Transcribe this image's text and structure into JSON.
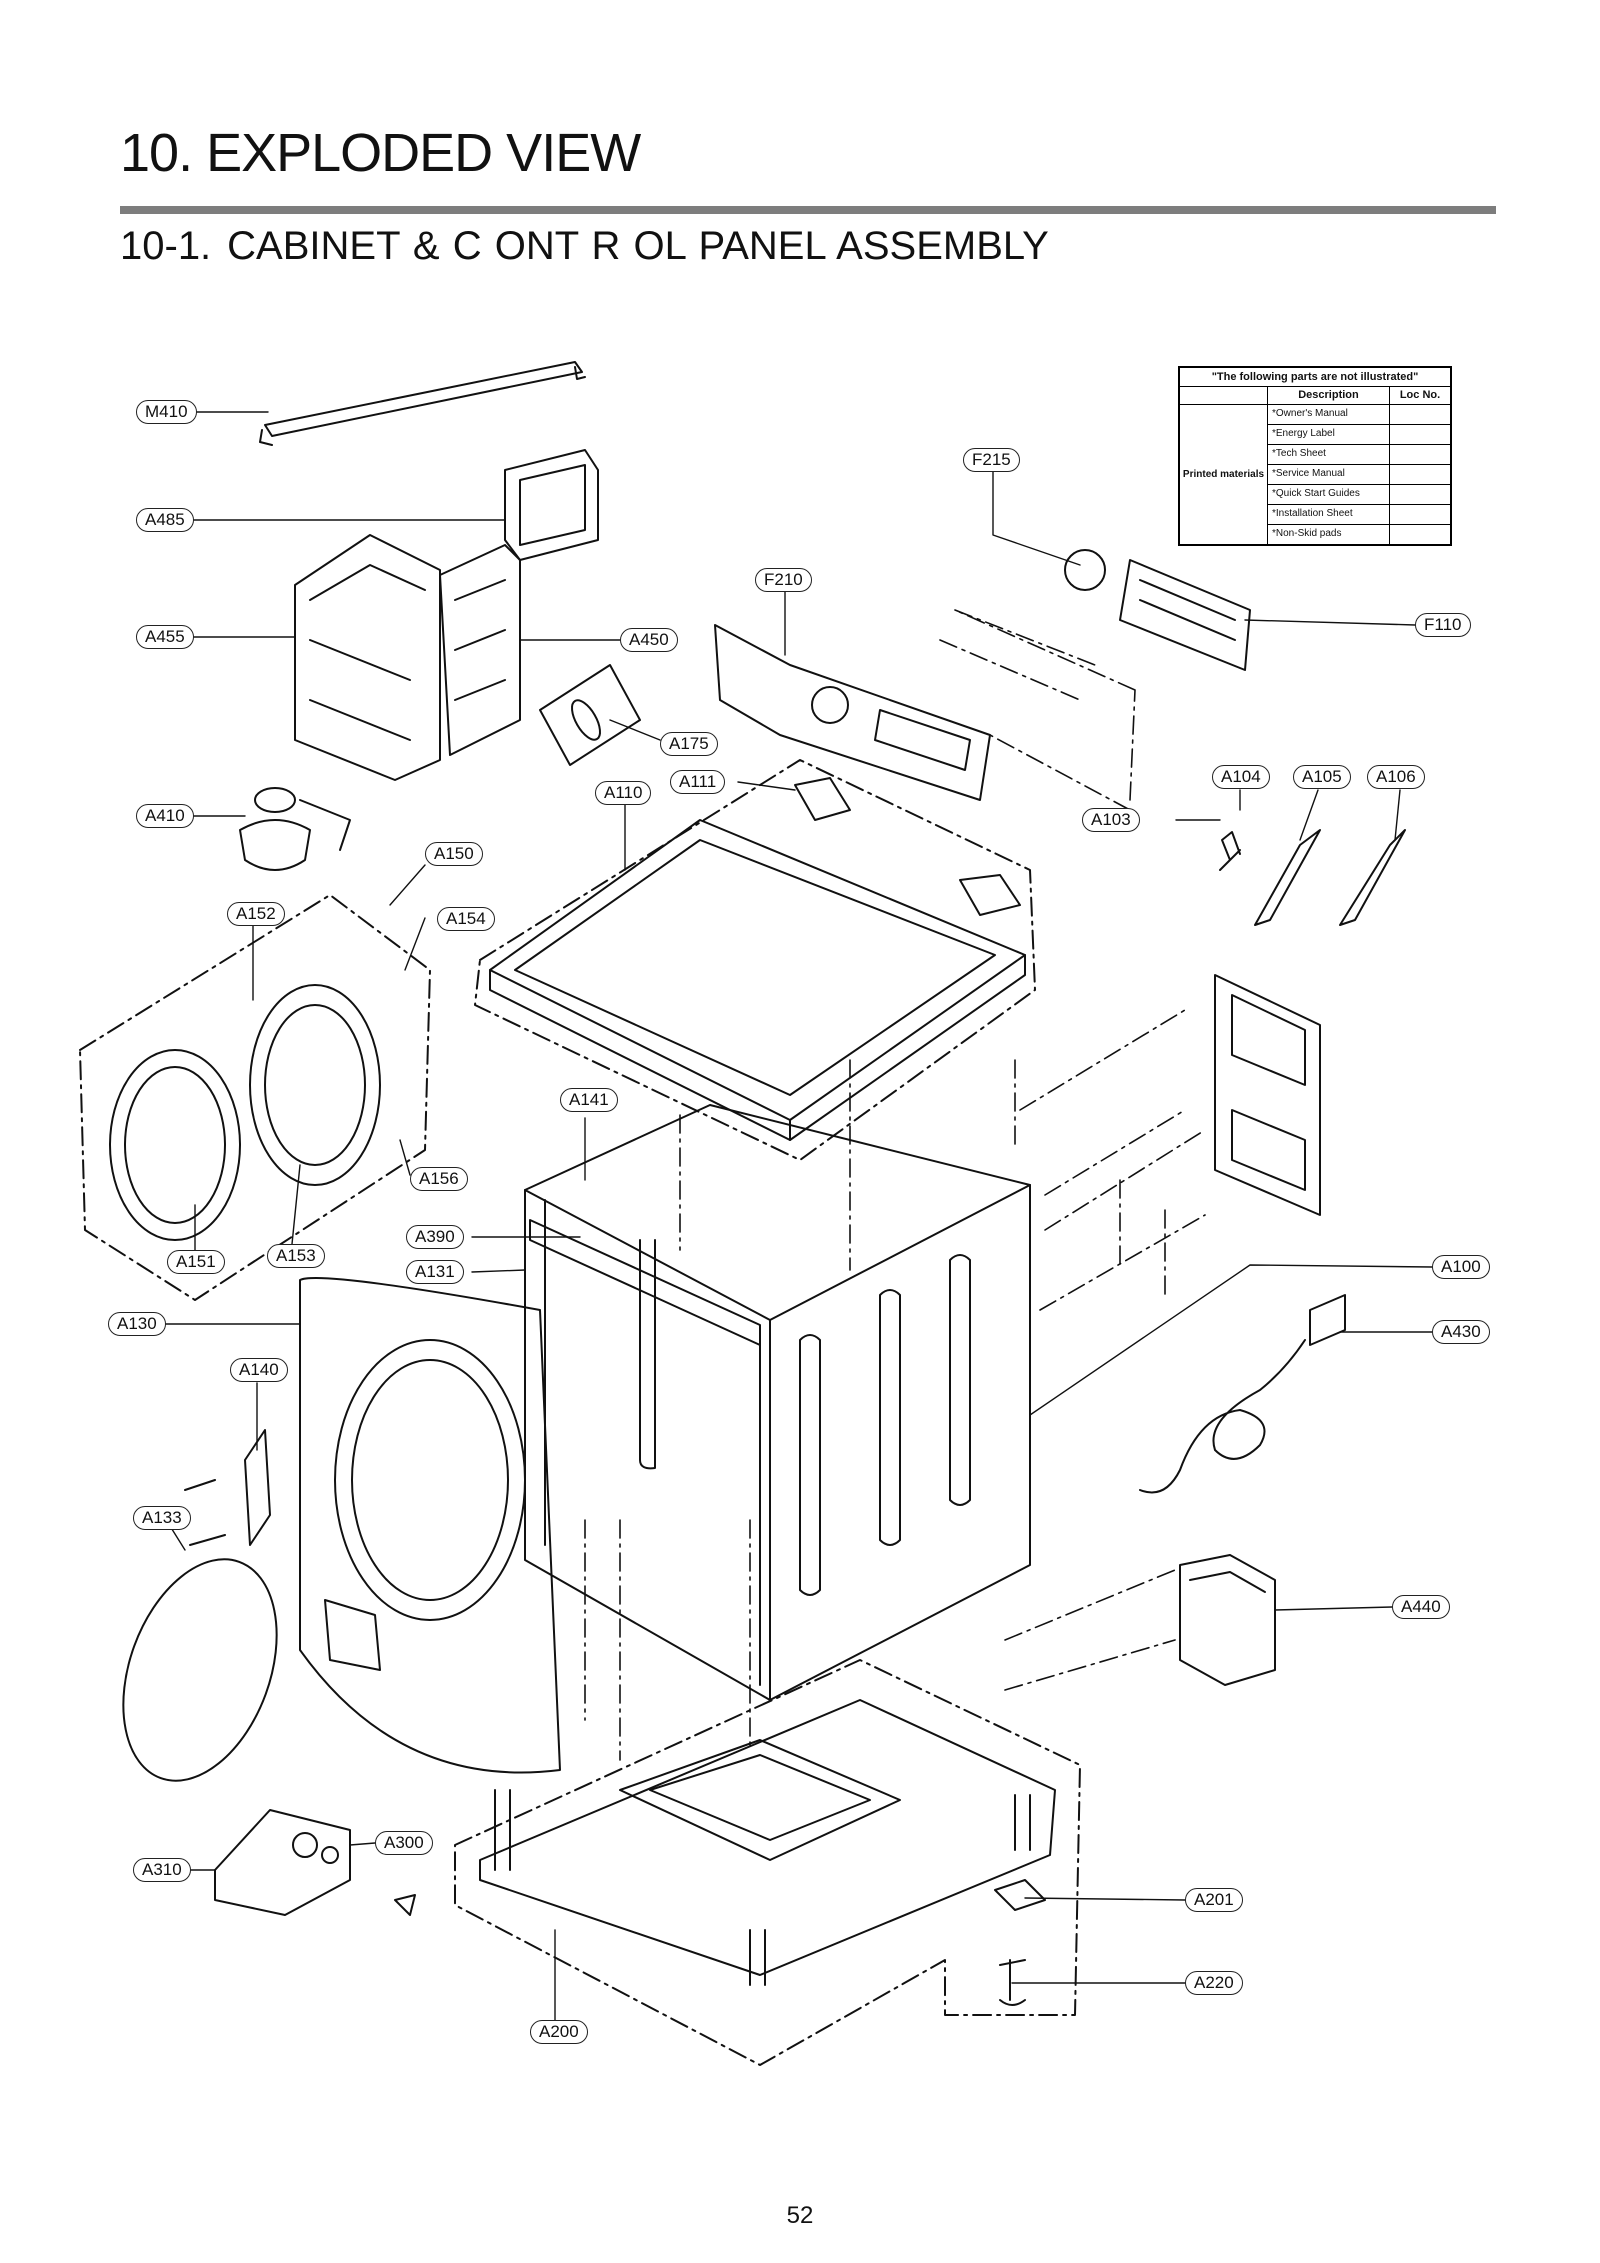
{
  "header": {
    "title": "10.  EXPLODED VIEW",
    "subtitle_num": "10-1.",
    "subtitle_text": "CABINET    & C ONT R OL PANEL ASSEMBLY"
  },
  "not_illustrated_table": {
    "caption": "\"The following parts are not illustrated\"",
    "col_description": "Description",
    "col_loc": "Loc No.",
    "category": "Printed materials",
    "items": [
      "*Owner's Manual",
      "*Energy Label",
      "*Tech Sheet",
      "*Service Manual",
      "*Quick Start Guides",
      "*Installation Sheet",
      "*Non-Skid pads"
    ]
  },
  "callouts": {
    "m410": "M410",
    "a485": "A485",
    "a455": "A455",
    "a450": "A450",
    "f215": "F215",
    "f210": "F210",
    "f110": "F110",
    "a175": "A175",
    "a110": "A110",
    "a111": "A111",
    "a104": "A104",
    "a105": "A105",
    "a106": "A106",
    "a103": "A103",
    "a410": "A410",
    "a150": "A150",
    "a152": "A152",
    "a154": "A154",
    "a141": "A141",
    "a156": "A156",
    "a390": "A390",
    "a151": "A151",
    "a153": "A153",
    "a131": "A131",
    "a100": "A100",
    "a130": "A130",
    "a430": "A430",
    "a140": "A140",
    "a133": "A133",
    "a440": "A440",
    "a300": "A300",
    "a310": "A310",
    "a201": "A201",
    "a220": "A220",
    "a200": "A200"
  },
  "page_number": "52"
}
